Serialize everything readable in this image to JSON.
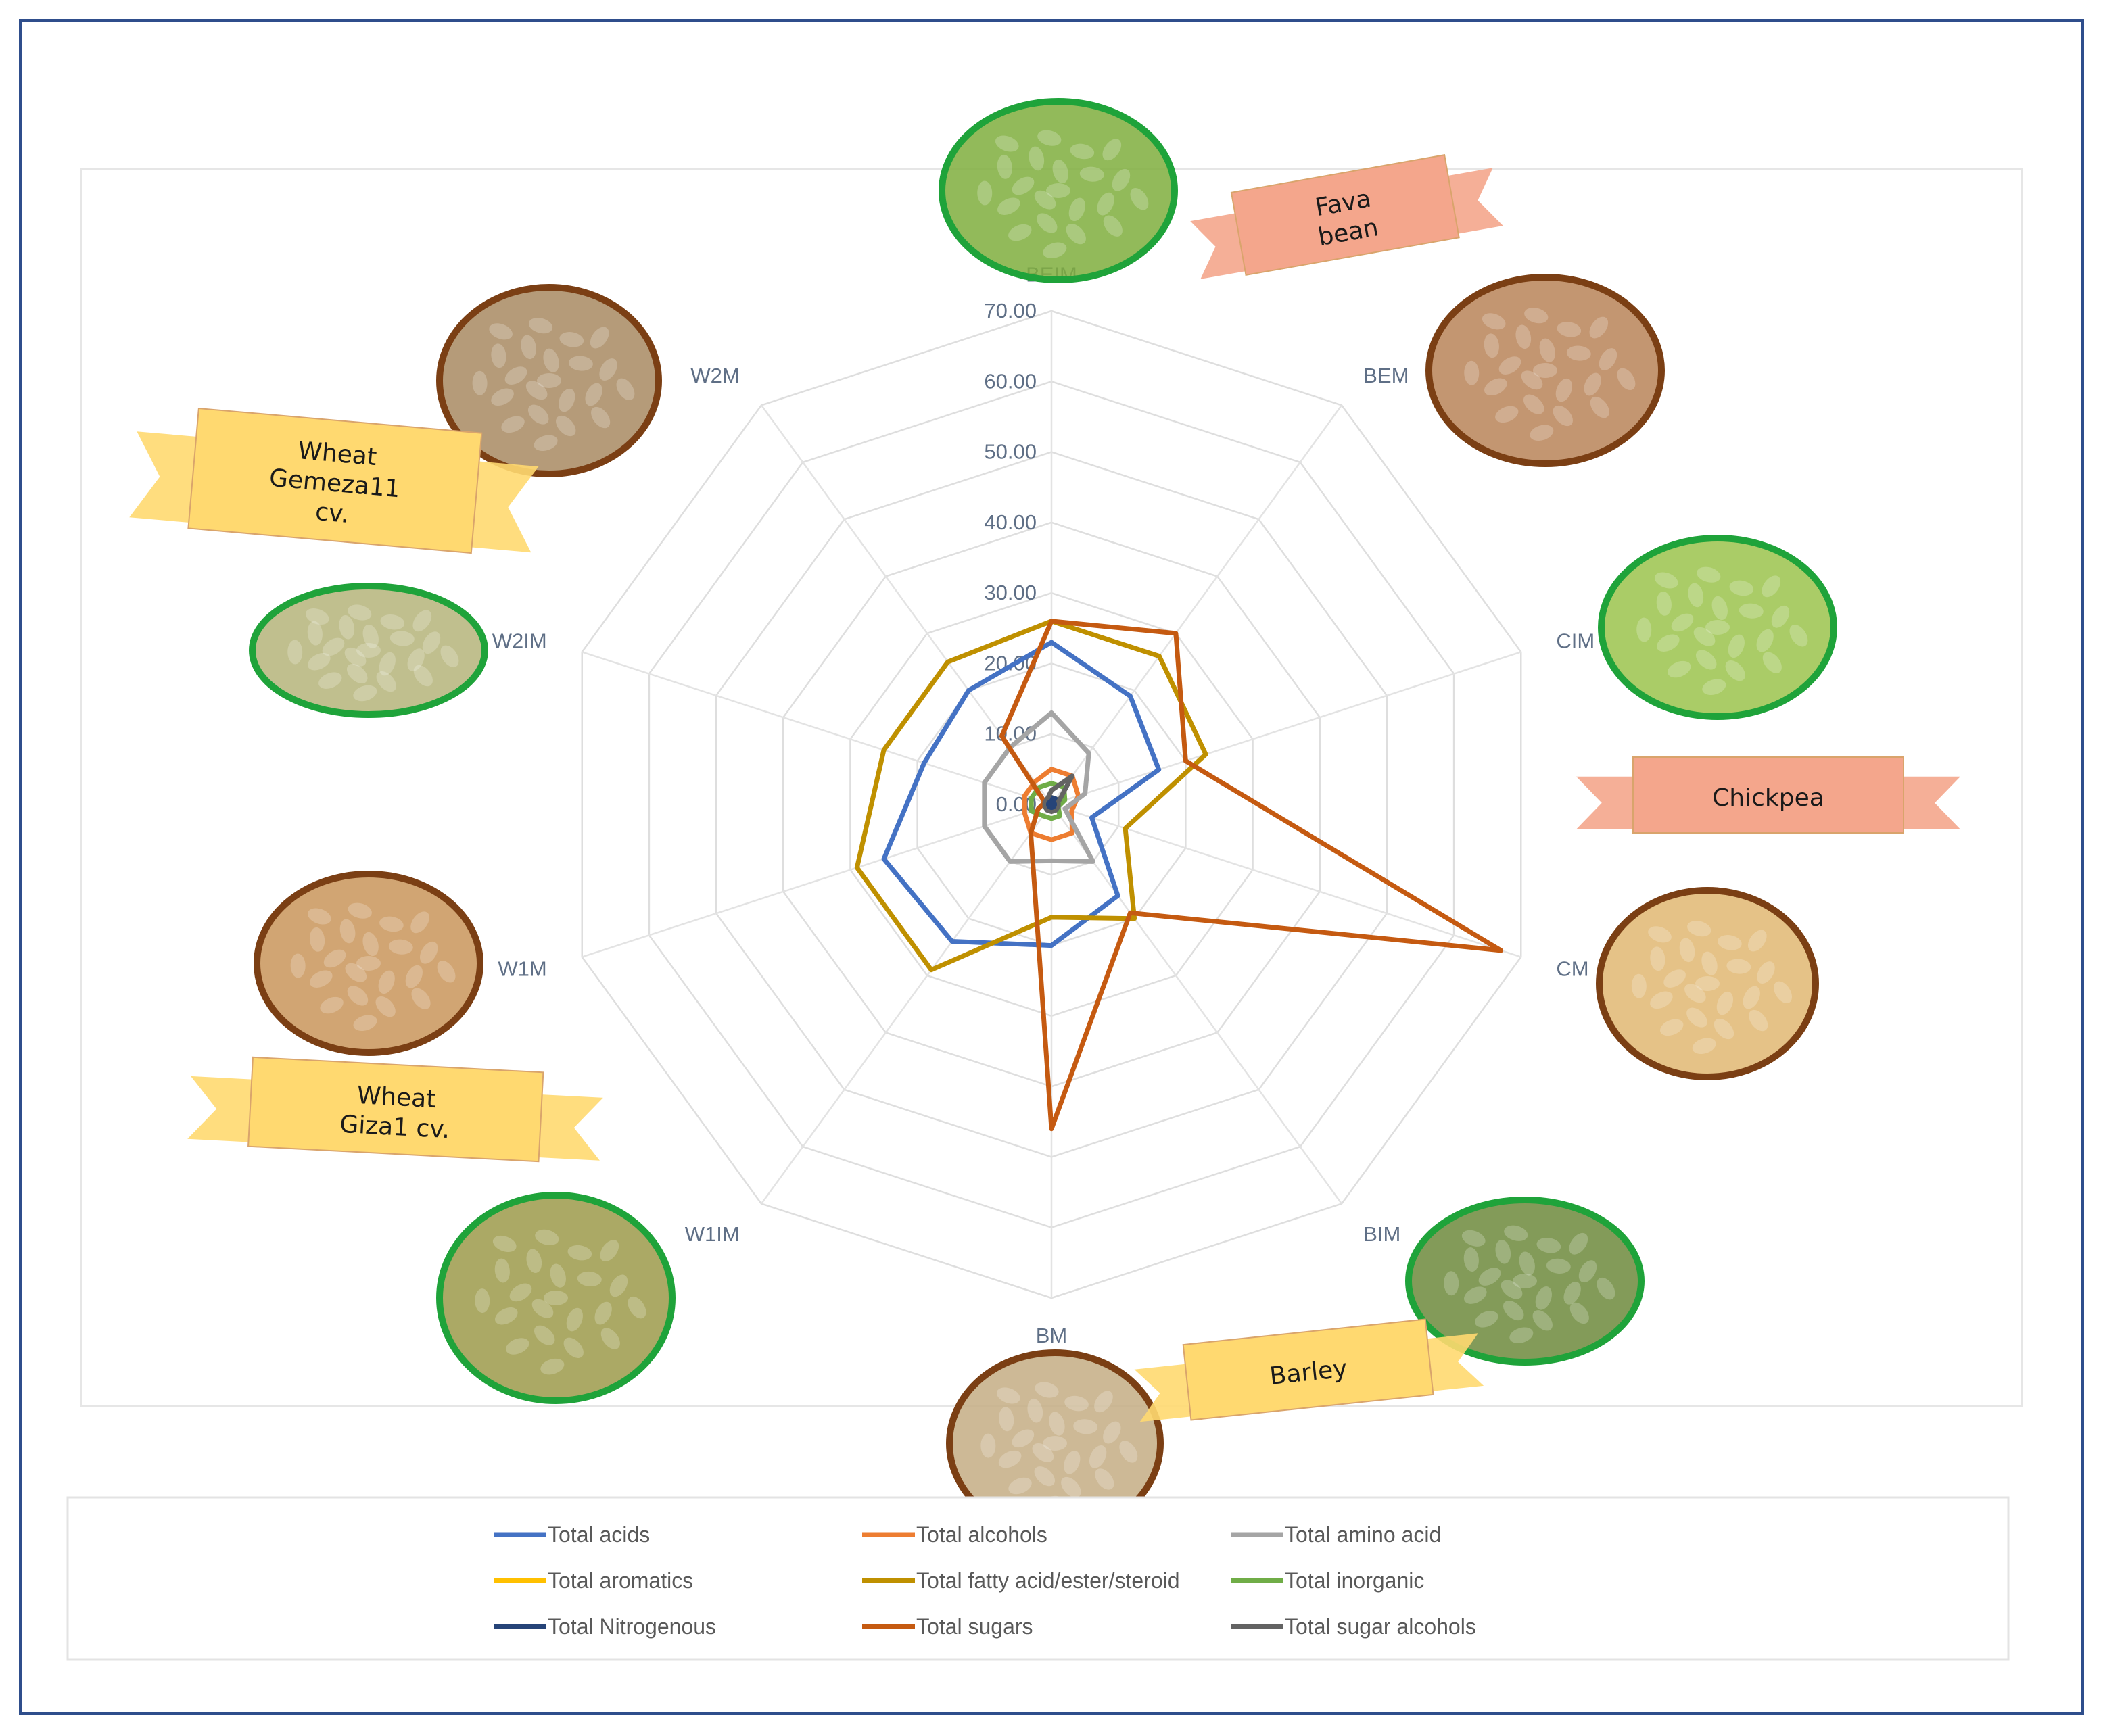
{
  "chart_data": {
    "type": "radar",
    "title": "",
    "categories": [
      "BEIM",
      "BEM",
      "CIM",
      "CM",
      "BIM",
      "BM",
      "W1IM",
      "W1M",
      "W2IM",
      "W2M"
    ],
    "r_ticks": [
      "0.00",
      "10.00",
      "20.00",
      "30.00",
      "40.00",
      "50.00",
      "60.00",
      "70.00"
    ],
    "r_range": [
      0,
      70
    ],
    "grid": true,
    "legend_position": "bottom",
    "series": [
      {
        "name": "Total acids",
        "color": "#4472c4",
        "values": [
          23,
          19,
          16,
          6,
          16,
          20,
          24,
          25,
          19,
          20
        ]
      },
      {
        "name": "Total alcohols",
        "color": "#ed7d31",
        "values": [
          5,
          5,
          4,
          3,
          5,
          5,
          5,
          4,
          4,
          4
        ]
      },
      {
        "name": "Total amino acid",
        "color": "#a5a5a5",
        "values": [
          13,
          9,
          5,
          2,
          10,
          8,
          10,
          10,
          10,
          10
        ]
      },
      {
        "name": "Total aromatics",
        "color": "#ffc000",
        "values": [
          1,
          1,
          1,
          1,
          1,
          1,
          1,
          1,
          1,
          1
        ]
      },
      {
        "name": "Total fatty acid/ester/steroid",
        "color": "#bf9000",
        "values": [
          26,
          26,
          23,
          11,
          20,
          16,
          29,
          29,
          25,
          25
        ]
      },
      {
        "name": "Total inorganic",
        "color": "#70ad47",
        "values": [
          3,
          3,
          2,
          1,
          2,
          2,
          2,
          3,
          3,
          3
        ]
      },
      {
        "name": "Total Nitrogenous",
        "color": "#264478",
        "values": [
          1,
          1,
          1,
          1,
          1,
          1,
          1,
          1,
          1,
          1
        ]
      },
      {
        "name": "Total sugars",
        "color": "#c55a11",
        "values": [
          26,
          30,
          20,
          67,
          19,
          46,
          5,
          2,
          1,
          12
        ]
      },
      {
        "name": "Total sugar alcohols",
        "color": "#636363",
        "values": [
          2,
          5,
          1,
          1,
          1,
          1,
          1,
          1,
          1,
          1
        ]
      }
    ]
  },
  "annotations": {
    "fava": {
      "label": "Fava\nbean",
      "ribbon_color": "#f4a68c"
    },
    "chickpea": {
      "label": "Chickpea",
      "ribbon_color": "#f4a68c"
    },
    "barley": {
      "label": "Barley",
      "ribbon_color": "#ffd970"
    },
    "wheat_gemeza": {
      "label": "Wheat\nGemeza11\ncv.",
      "ribbon_color": "#ffd970"
    },
    "wheat_giza": {
      "label": "Wheat\nGiza1 cv.",
      "ribbon_color": "#ffd970"
    }
  },
  "photo_circles": {
    "BEIM": {
      "ring_color": "#1fa33a",
      "fill": "#7fae3d",
      "icon": "fava-bean-pods-photo"
    },
    "BEM": {
      "ring_color": "#7b3f14",
      "fill": "#b98458",
      "icon": "dry-fava-beans-photo"
    },
    "CIM": {
      "ring_color": "#1fa33a",
      "fill": "#9bc34c",
      "icon": "green-chickpeas-photo"
    },
    "CM": {
      "ring_color": "#7b3f14",
      "fill": "#e1b772",
      "icon": "dry-chickpeas-photo"
    },
    "BIM": {
      "ring_color": "#1fa33a",
      "fill": "#6d8a3c",
      "icon": "barley-grain-photo"
    },
    "BM": {
      "ring_color": "#7b3f14",
      "fill": "#c4ad84",
      "icon": "dry-barley-photo"
    },
    "W1IM": {
      "ring_color": "#1fa33a",
      "fill": "#9c9a4a",
      "icon": "green-wheat-photo"
    },
    "W1M": {
      "ring_color": "#7b3f14",
      "fill": "#c9955a",
      "icon": "dry-wheat-photo"
    },
    "W2IM": {
      "ring_color": "#1fa33a",
      "fill": "#b5b47a",
      "icon": "freekeh-photo"
    },
    "W2M": {
      "ring_color": "#7b3f14",
      "fill": "#a88a62",
      "icon": "wheat-ear-photo"
    }
  }
}
